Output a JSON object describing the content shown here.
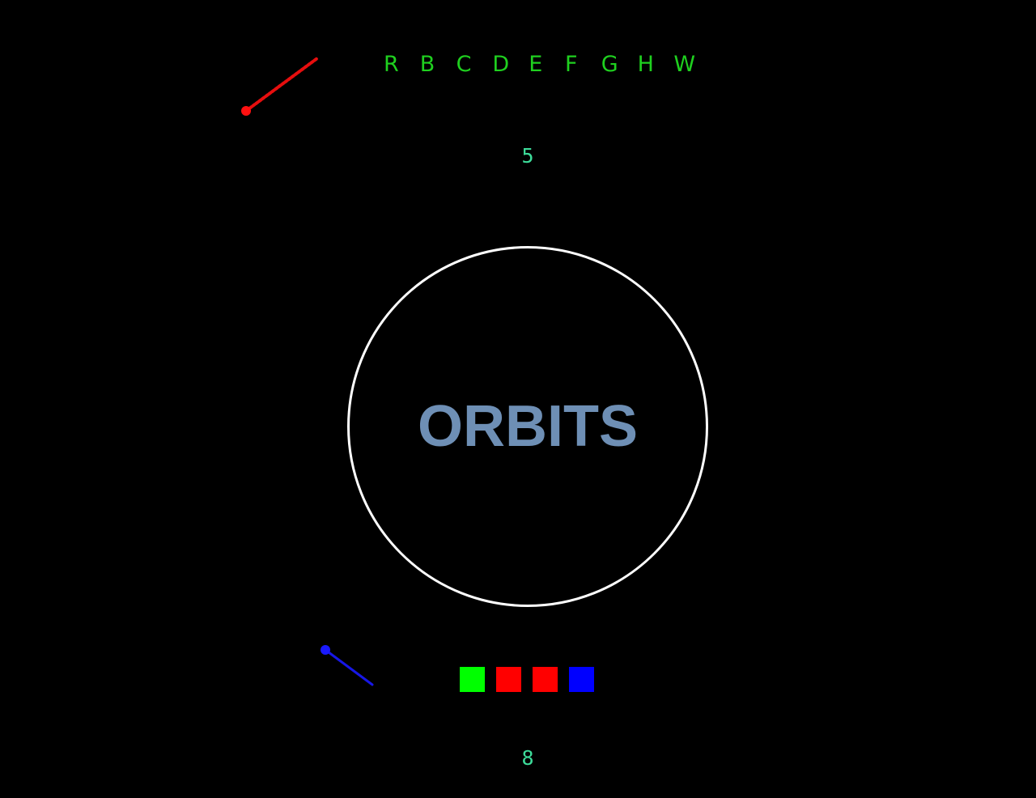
{
  "menu": {
    "keys": [
      "R",
      "B",
      "C",
      "D",
      "E",
      "F",
      "G",
      "H",
      "W"
    ],
    "color": "#1fd01f"
  },
  "scores": {
    "top": "5",
    "bottom": "8",
    "color": "#3ddc9a"
  },
  "title": {
    "text": "ORBITS",
    "color": "#6e8fb5"
  },
  "orbit": {
    "ring_color": "#ffffff"
  },
  "status_squares": [
    {
      "name": "green-square",
      "color": "#00ff00"
    },
    {
      "name": "red-square",
      "color": "#ff0000"
    },
    {
      "name": "red-square",
      "color": "#ff0000"
    },
    {
      "name": "blue-square",
      "color": "#0000ff"
    }
  ],
  "comets": [
    {
      "name": "red-comet",
      "color": "#ff1010"
    },
    {
      "name": "blue-comet",
      "color": "#1a1aff"
    }
  ]
}
